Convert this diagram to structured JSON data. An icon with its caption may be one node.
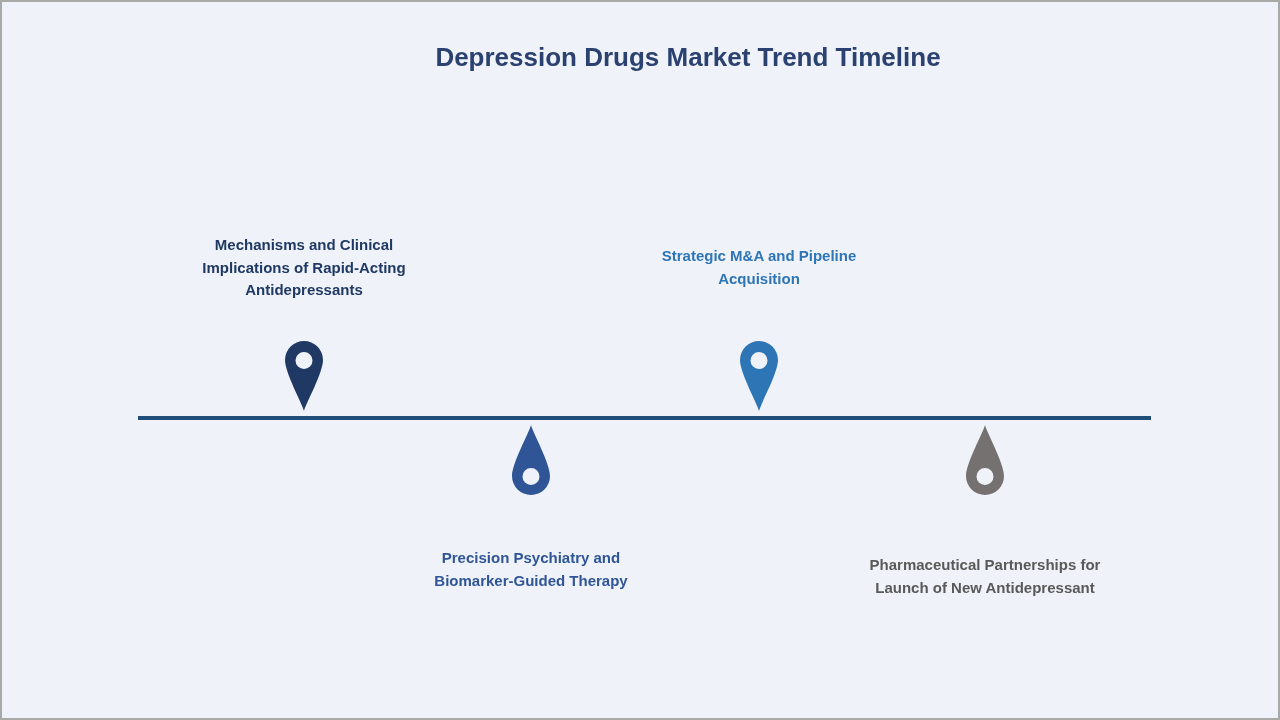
{
  "diagram": {
    "title": "Depression Drugs Market Trend Timeline",
    "labels": [
      "Mechanisms and Clinical Implications of Rapid-Acting Antidepressants",
      "Strategic M&A and Pipeline Acquisition",
      "Precision Psychiatry and Biomarker-Guided Therapy",
      "Pharmaceutical Partnerships for Launch of New Antidepressant"
    ]
  }
}
